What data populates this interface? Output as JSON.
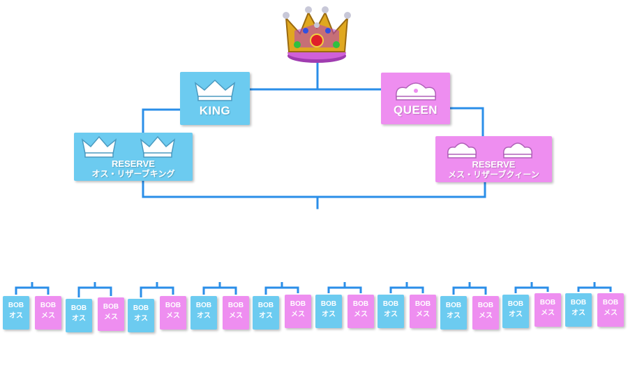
{
  "colors": {
    "line": "#2a8ee8",
    "male": "#6ccbf0",
    "female": "#ee8ef0",
    "crown_gold": "#e0a820",
    "crown_purple": "#a03cb0",
    "jewel": "#e0202a"
  },
  "top": {
    "icon": "royal-crown-icon"
  },
  "king": {
    "title": "KING",
    "icon": "crown-icon"
  },
  "queen": {
    "title": "QUEEN",
    "icon": "crown-icon"
  },
  "reserve_king": {
    "title": "RESERVE",
    "subtitle": "オス・リザーブキング",
    "icon": "crown-icon"
  },
  "reserve_queen": {
    "title": "RESERVE",
    "subtitle": "メス・リザーブクィーン",
    "icon": "crown-icon"
  },
  "pairs": [
    {
      "male": {
        "title": "BOB",
        "label": "オス"
      },
      "female": {
        "title": "BOB",
        "label": "メス"
      }
    },
    {
      "male": {
        "title": "BOB",
        "label": "オス"
      },
      "female": {
        "title": "BOB",
        "label": "メス"
      }
    },
    {
      "male": {
        "title": "BOB",
        "label": "オス"
      },
      "female": {
        "title": "BOB",
        "label": "メス"
      }
    },
    {
      "male": {
        "title": "BOB",
        "label": "オス"
      },
      "female": {
        "title": "BOB",
        "label": "メス"
      }
    },
    {
      "male": {
        "title": "BOB",
        "label": "オス"
      },
      "female": {
        "title": "BOB",
        "label": "メス"
      }
    },
    {
      "male": {
        "title": "BOB",
        "label": "オス"
      },
      "female": {
        "title": "BOB",
        "label": "メス"
      }
    },
    {
      "male": {
        "title": "BOB",
        "label": "オス"
      },
      "female": {
        "title": "BOB",
        "label": "メス"
      }
    },
    {
      "male": {
        "title": "BOB",
        "label": "オス"
      },
      "female": {
        "title": "BOB",
        "label": "メス"
      }
    },
    {
      "male": {
        "title": "BOB",
        "label": "オス"
      },
      "female": {
        "title": "BOB",
        "label": "メス"
      }
    },
    {
      "male": {
        "title": "BOB",
        "label": "オス"
      },
      "female": {
        "title": "BOB",
        "label": "メス"
      }
    }
  ]
}
